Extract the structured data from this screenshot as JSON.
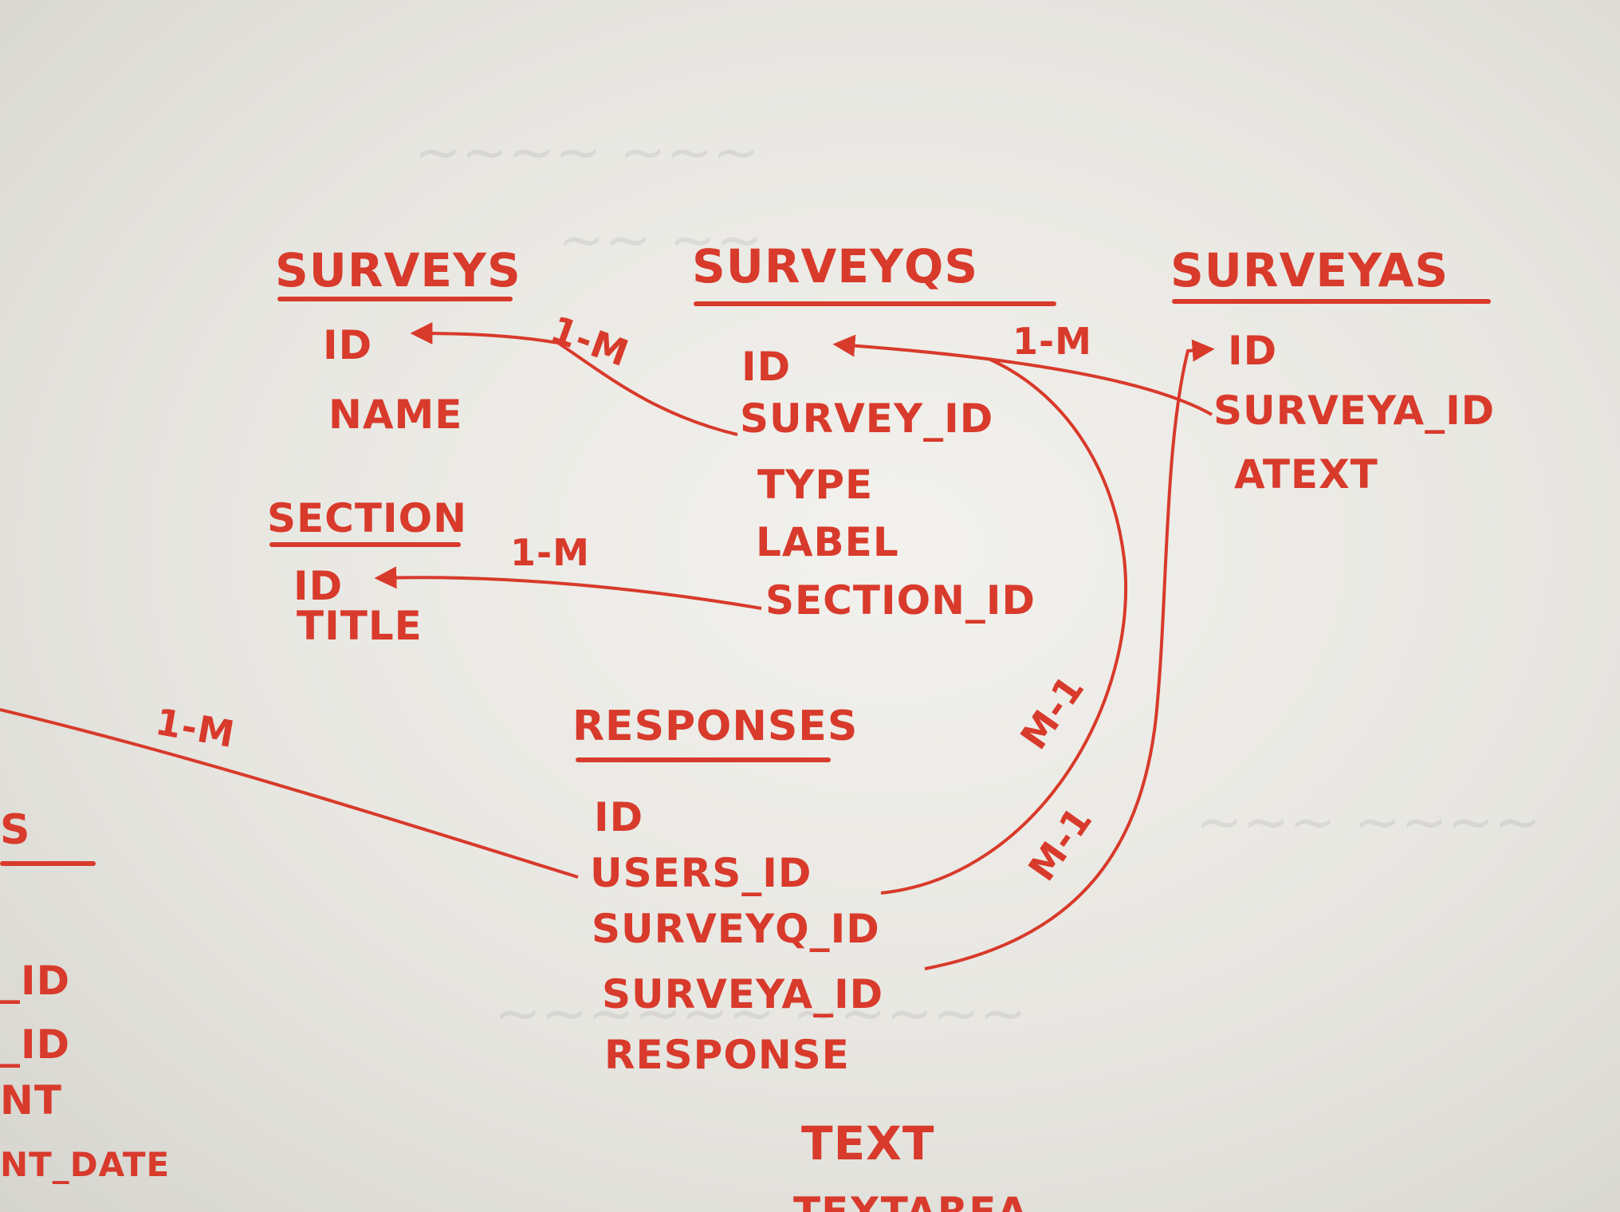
{
  "marker_color": "#d83a2b",
  "board_color": "#ecebe7",
  "entities": {
    "surveys": {
      "title": "Surveys",
      "fields": [
        "ID",
        "Name"
      ]
    },
    "survey_qs": {
      "title": "SurveyQs",
      "fields": [
        "ID",
        "Survey_ID",
        "Type",
        "Label",
        "Section_ID"
      ]
    },
    "survey_as": {
      "title": "SurveyAs",
      "fields": [
        "ID",
        "SurveyA_ID",
        "AText"
      ]
    },
    "section": {
      "title": "Section",
      "fields": [
        "ID",
        "Title"
      ]
    },
    "responses": {
      "title": "Responses",
      "fields": [
        "ID",
        "Users_ID",
        "SurveyQ_ID",
        "SurveyA_ID",
        "Response"
      ]
    },
    "users_partial": {
      "title": "S",
      "fields": [
        "_ID",
        "_ID",
        "NT",
        "NT_DATE"
      ]
    },
    "text": {
      "title": "Text",
      "fields": [
        "Textarea"
      ]
    }
  },
  "relations": {
    "qs_to_surveys": "1-M",
    "qs_to_section": "1-M",
    "as_to_qs": "1-M",
    "responses_to_users": "1-M",
    "responses_to_qs": "M-1",
    "responses_to_as": "M-1"
  }
}
